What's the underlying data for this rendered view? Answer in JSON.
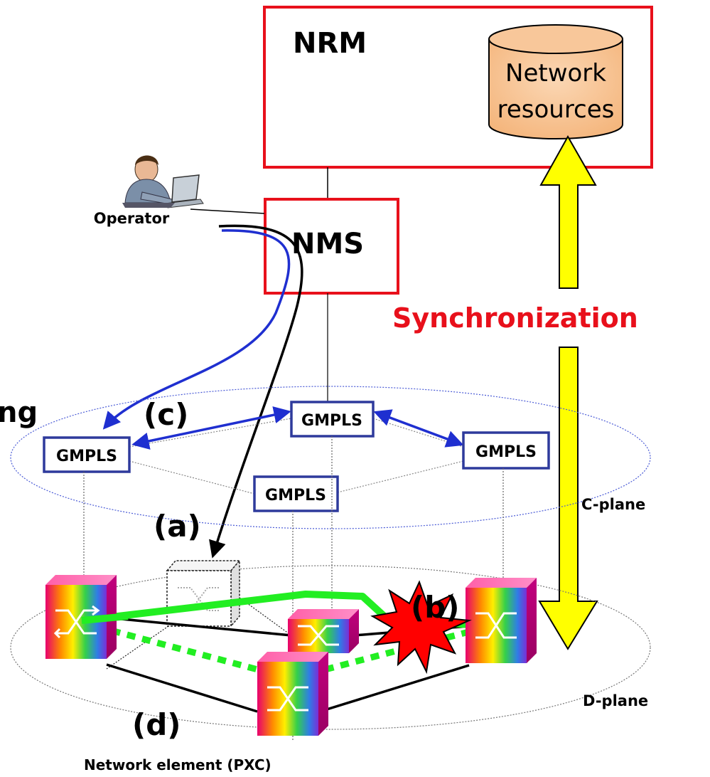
{
  "nrm": {
    "label": "NRM"
  },
  "db": {
    "line1": "Network",
    "line2": "resources"
  },
  "nms": {
    "label": "NMS"
  },
  "operator": {
    "label": "Operator"
  },
  "sync": {
    "label": "Synchronization"
  },
  "cplane": {
    "label": "C-plane"
  },
  "dplane": {
    "label": "D-plane"
  },
  "gmpls": {
    "label": "GMPLS"
  },
  "truncated": {
    "label": "ng"
  },
  "steps": {
    "a": "(a)",
    "b": "(b)",
    "c": "(c)",
    "d": "(d)"
  },
  "ne": {
    "label": "Network element (PXC)"
  },
  "colors": {
    "red_box": "#e8101b",
    "gmpls_box": "#2e3a9c",
    "blue_arrow": "#1f2fd0",
    "green_path": "#22ee22",
    "sync_arrow": "#ffff00",
    "db_fill": "#f8c79a",
    "text_red": "#e8101b"
  }
}
